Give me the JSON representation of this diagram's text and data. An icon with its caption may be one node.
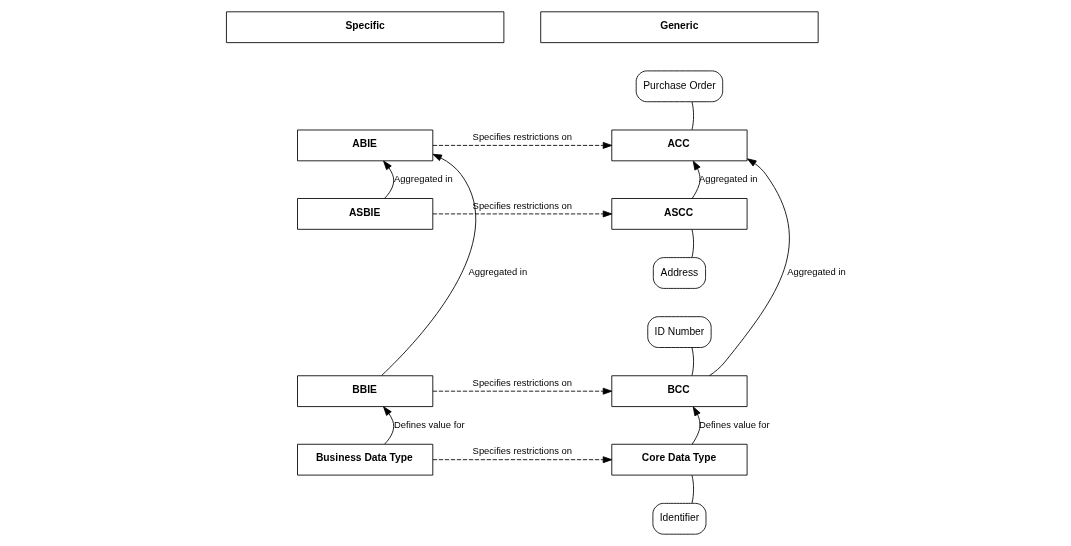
{
  "diagram": {
    "nodes": [
      {
        "text": [
          "Specific"
        ]
      },
      {
        "text": [
          "Generic"
        ]
      },
      {
        "text": [
          "ABIE"
        ]
      },
      {
        "text": [
          "ACC"
        ]
      },
      {
        "text": [
          "ASBIE"
        ]
      },
      {
        "text": [
          "ASCC"
        ]
      },
      {
        "text": [
          "BBIE"
        ]
      },
      {
        "text": [
          "BCC"
        ]
      },
      {
        "text": [
          "Business Data Type"
        ]
      },
      {
        "text": [
          "Core Data Type"
        ]
      },
      {
        "text": [
          "Purchase Order"
        ]
      },
      {
        "text": [
          "Address"
        ]
      },
      {
        "text": [
          "ID Number"
        ]
      },
      {
        "text": [
          "Identifier"
        ]
      }
    ],
    "edges": [
      {
        "from": 2,
        "to": 3,
        "arrow": "to",
        "label": "Specifies restrictions on",
        "style": "dashed"
      },
      {
        "from": 6,
        "to": 2,
        "arrow": "to",
        "label": "Aggregated in"
      },
      {
        "from": 4,
        "to": 2,
        "arrow": "to",
        "label": "Aggregated in"
      },
      {
        "from": 5,
        "to": 3,
        "arrow": "to",
        "label": "Aggregated in"
      },
      {
        "from": 7,
        "to": 3,
        "arrow": "to",
        "label": "Aggregated in"
      },
      {
        "from": 4,
        "to": 5,
        "arrow": "to",
        "label": "Specifies restrictions on",
        "style": "dashed"
      },
      {
        "from": 6,
        "to": 7,
        "arrow": "to",
        "label": "Specifies restrictions on",
        "style": "dashed"
      },
      {
        "from": 8,
        "to": 6,
        "arrow": "to",
        "label": "Defines value for"
      },
      {
        "from": 8,
        "to": 9,
        "arrow": "to",
        "label": "Specifies restrictions on",
        "style": "dashed"
      },
      {
        "from": 9,
        "to": 7,
        "arrow": "to",
        "label": "Defines value for"
      },
      {
        "from": 10,
        "to": 3,
        "arrow": "none"
      },
      {
        "from": 11,
        "to": 5,
        "arrow": "none"
      },
      {
        "from": 12,
        "to": 7,
        "arrow": "none"
      },
      {
        "from": 13,
        "to": 9,
        "arrow": "none"
      }
    ]
  }
}
